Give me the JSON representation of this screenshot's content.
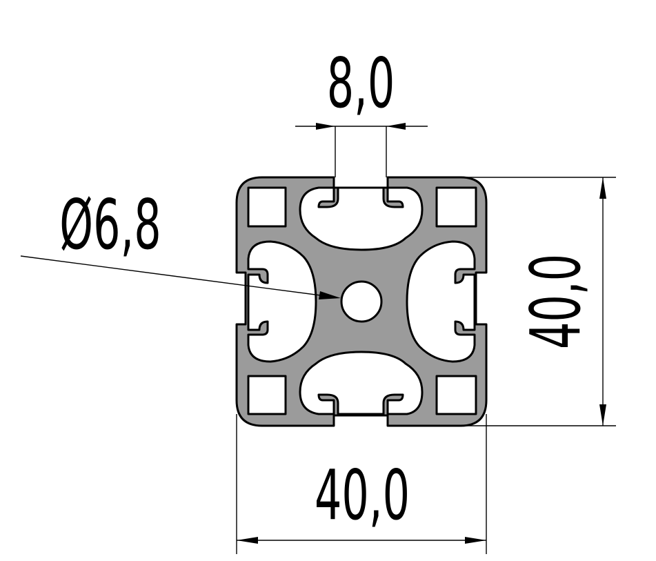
{
  "drawing": {
    "dimensions": {
      "slot_width": "8,0",
      "bore_diameter": "Ø6,8",
      "height": "40,0",
      "width": "40,0"
    },
    "colors": {
      "profile_fill": "#9b9b9b",
      "outline": "#000000",
      "background": "#ffffff"
    }
  }
}
